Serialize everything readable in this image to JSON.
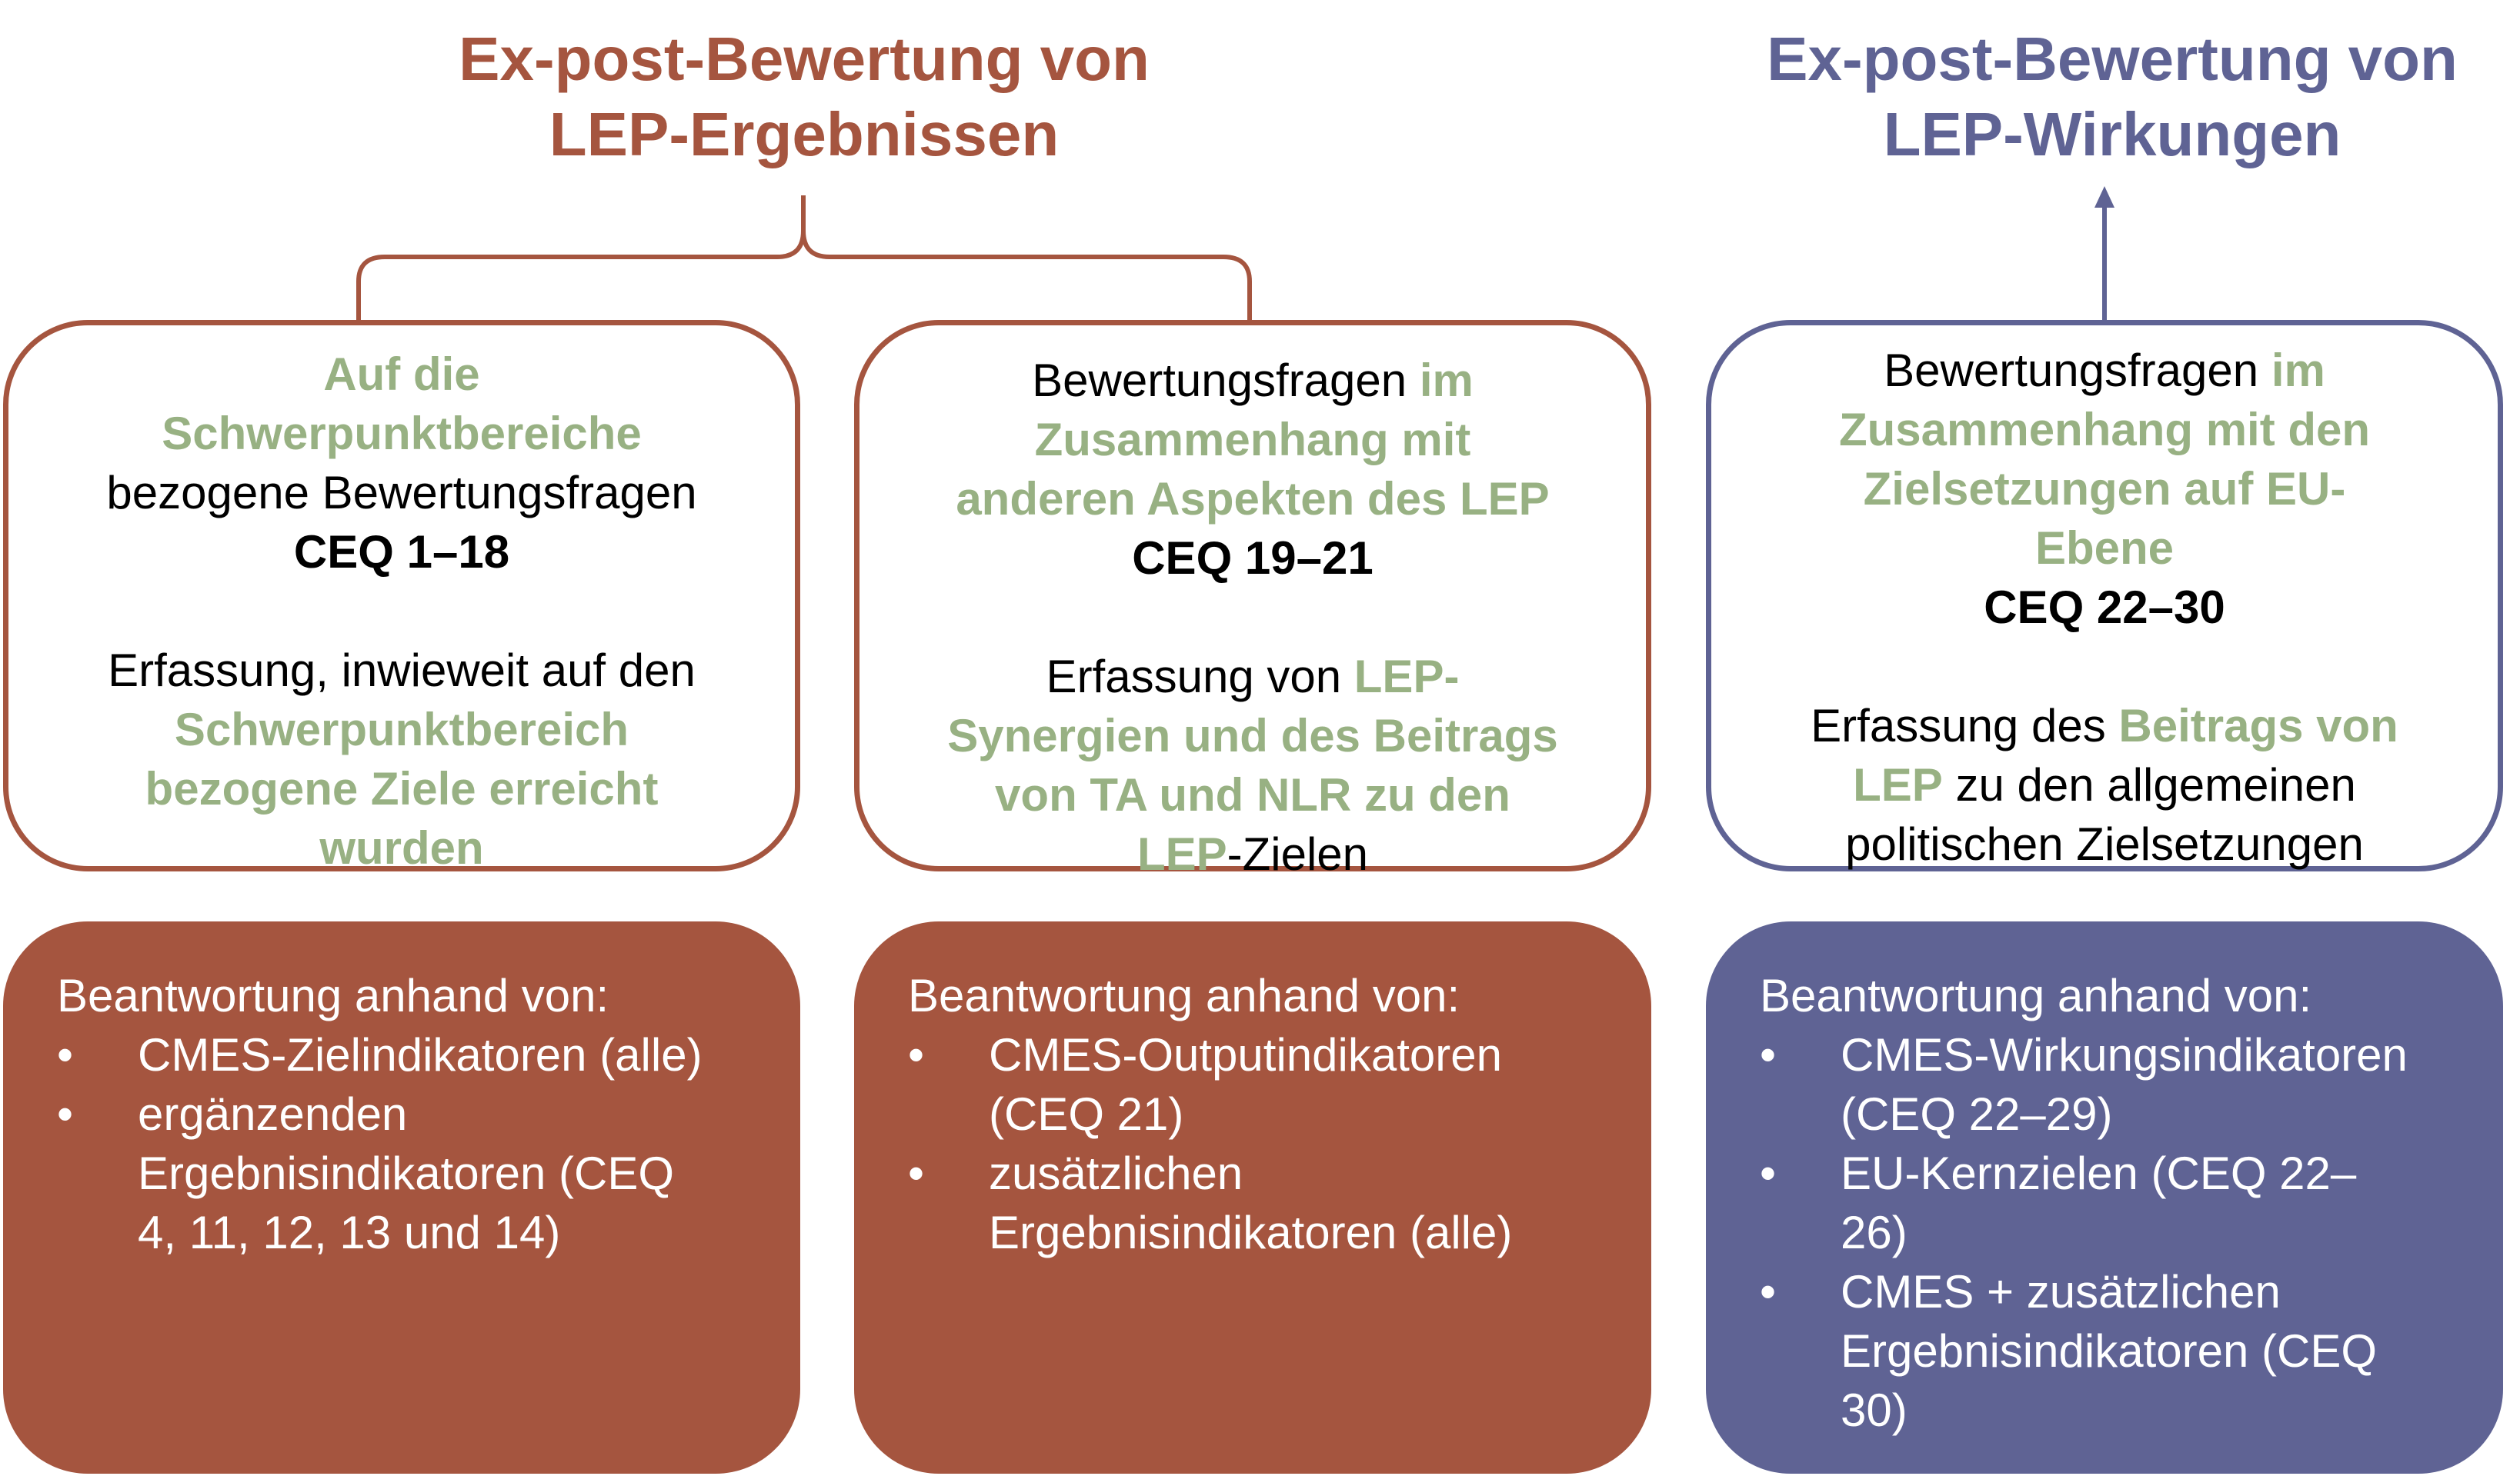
{
  "colors": {
    "red": "#a5553f",
    "blue": "#5f6394",
    "green": "#98b183"
  },
  "headings": {
    "left": {
      "line1": "Ex-post-Bewertung von",
      "line2": "LEP-Ergebnissen"
    },
    "right": {
      "line1": "Ex-post-Bewertung von",
      "line2": "LEP-Wirkungen"
    }
  },
  "question_boxes": [
    {
      "line1": "Auf die",
      "line2": "Schwerpunktbereiche",
      "line3": "bezogene Bewertungsfragen",
      "ceq": "CEQ 1–18",
      "desc_line1": "Erfassung, inwieweit auf den",
      "desc_line2": "Schwerpunktbereich",
      "desc_line3": "bezogene Ziele erreicht",
      "desc_line4": "wurden"
    },
    {
      "line1_plain": "Bewertungsfragen ",
      "line1_green": "im",
      "line2": "Zusammenhang mit",
      "line3": "anderen Aspekten des LEP",
      "ceq": "CEQ 19–21",
      "desc_line1_plain": "Erfassung von ",
      "desc_line1_green": "LEP-",
      "desc_line2": "Synergien und des Beitrags",
      "desc_line3": "von TA und NLR zu den",
      "desc_line4_green": "LEP",
      "desc_line4_plain": "-Zielen"
    },
    {
      "line1_plain": "Bewertungsfragen ",
      "line1_green": "im",
      "line2": "Zusammenhang mit den",
      "line3": "Zielsetzungen auf EU-",
      "line4": "Ebene",
      "ceq": "CEQ 22–30",
      "desc_line1_plain": "Erfassung des ",
      "desc_line1_green": "Beitrags von",
      "desc_line2_green": "LEP",
      "desc_line2_plain": " zu den allgemeinen",
      "desc_line3": "politischen Zielsetzungen"
    }
  ],
  "answer_boxes": [
    {
      "intro": "Beantwortung anhand von:",
      "items": [
        {
          "bullet": "•",
          "lines": [
            "CMES-Zielindikatoren (alle)"
          ]
        },
        {
          "bullet": "•",
          "lines": [
            "ergänzenden",
            "Ergebnisindikatoren (CEQ",
            "4, 11, 12, 13 und 14)"
          ]
        }
      ]
    },
    {
      "intro": "Beantwortung anhand von:",
      "items": [
        {
          "bullet": "•",
          "lines": [
            "CMES-Outputindikatoren",
            "(CEQ 21)"
          ]
        },
        {
          "bullet": "•",
          "lines": [
            "zusätzlichen",
            "Ergebnisindikatoren (alle)"
          ]
        }
      ]
    },
    {
      "intro": "Beantwortung anhand von:",
      "items": [
        {
          "bullet": "•",
          "lines": [
            "CMES-Wirkungsindikatoren",
            "(CEQ 22–29)"
          ]
        },
        {
          "bullet": "•",
          "lines": [
            "EU-Kernzielen (CEQ 22–",
            "26)"
          ]
        },
        {
          "bullet": "•",
          "lines": [
            "CMES + zusätzlichen",
            "Ergebnisindikatoren (CEQ",
            "30)"
          ]
        }
      ]
    }
  ]
}
